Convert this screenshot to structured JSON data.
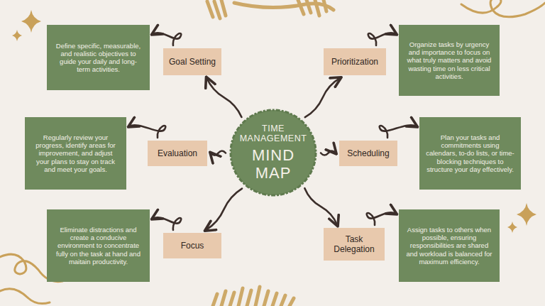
{
  "diagram": {
    "nodes": [
      {
        "text": [
          "TIME MANAGEMENT",
          "MIND MAP"
        ]
      },
      {
        "text": [
          "Goal Setting"
        ]
      },
      {
        "text": [
          "Define specific, measurable, and realistic objectives to guide your daily and long-term activities."
        ]
      },
      {
        "text": [
          "Prioritization"
        ]
      },
      {
        "text": [
          "Organize tasks by urgency and importance to focus on what truly matters and avoid wasting time on less critical activities."
        ]
      },
      {
        "text": [
          "Evaluation"
        ]
      },
      {
        "text": [
          "Regularly review your progress, identify areas for improvement, and adjust your plans to stay on track and meet your goals."
        ]
      },
      {
        "text": [
          "Scheduling"
        ]
      },
      {
        "text": [
          "Plan your tasks and commitments using calendars, to-do lists, or time-blocking techniques to structure your day effectively."
        ]
      },
      {
        "text": [
          "Focus"
        ]
      },
      {
        "text": [
          "Eliminate distractions and create a conducive environment to concentrate fully on the task at hand and maitain productivity."
        ]
      },
      {
        "text": [
          "Task Delegation"
        ]
      },
      {
        "text": [
          "Assign tasks to others when possible, ensuring responsibilities are shared and workload is balanced for maximum efficiency."
        ]
      }
    ],
    "edges": [
      {
        "from": 0,
        "to": 1,
        "arrow": "to"
      },
      {
        "from": 1,
        "to": 2,
        "arrow": "to"
      },
      {
        "from": 0,
        "to": 3,
        "arrow": "to"
      },
      {
        "from": 3,
        "to": 4,
        "arrow": "to"
      },
      {
        "from": 0,
        "to": 5,
        "arrow": "to"
      },
      {
        "from": 5,
        "to": 6,
        "arrow": "to"
      },
      {
        "from": 0,
        "to": 7,
        "arrow": "to"
      },
      {
        "from": 7,
        "to": 8,
        "arrow": "to"
      },
      {
        "from": 0,
        "to": 9,
        "arrow": "to"
      },
      {
        "from": 9,
        "to": 10,
        "arrow": "to"
      },
      {
        "from": 0,
        "to": 11,
        "arrow": "to"
      },
      {
        "from": 11,
        "to": 12,
        "arrow": "to"
      }
    ]
  }
}
